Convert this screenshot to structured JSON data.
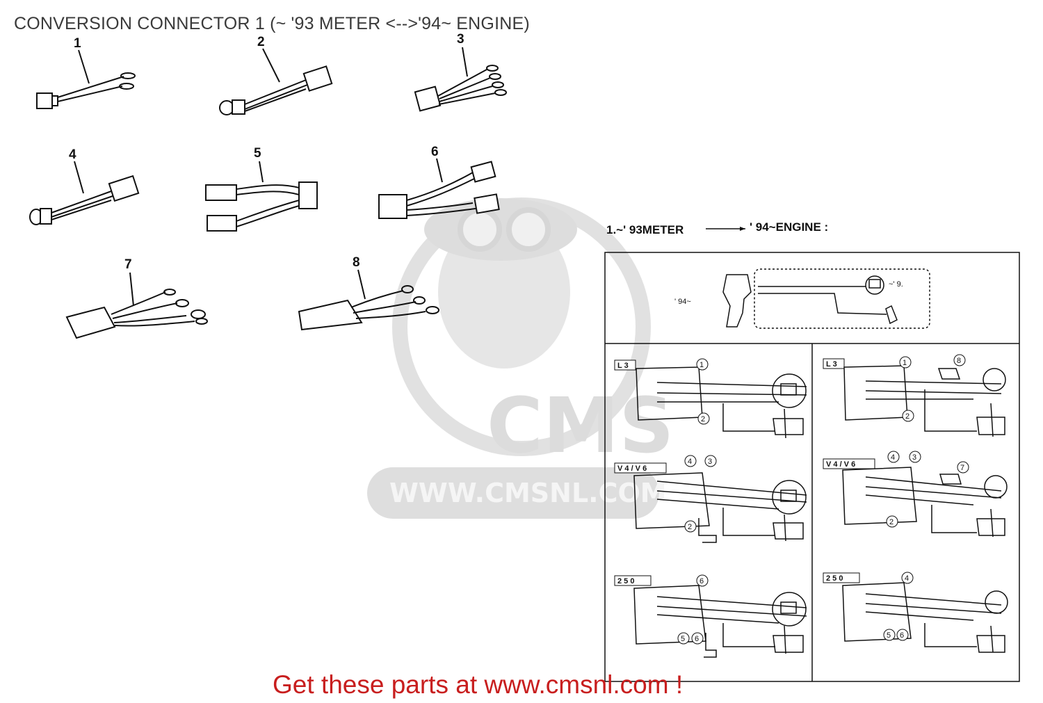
{
  "title": "CONVERSION CONNECTOR 1 (~ '93 METER <-->'94~ ENGINE)",
  "footer": "Get these parts at www.cmsnl.com !",
  "watermark": {
    "brand": "CMS",
    "url": "WWW.CMSNL.COM"
  },
  "parts": [
    {
      "number": "1"
    },
    {
      "number": "2"
    },
    {
      "number": "3"
    },
    {
      "number": "4"
    },
    {
      "number": "5"
    },
    {
      "number": "6"
    },
    {
      "number": "7"
    },
    {
      "number": "8"
    }
  ],
  "schematic": {
    "heading": "1.~' 93METER",
    "heading_right": "' 94~ENGINE :",
    "top_label_left": "' 94~",
    "top_label_right": "~' 9.",
    "sections": [
      {
        "label": "L 3",
        "callouts": [
          "1",
          "2"
        ]
      },
      {
        "label": "L 3",
        "callouts": [
          "1",
          "2",
          "8"
        ]
      },
      {
        "label": "V 4 / V 6",
        "callouts": [
          "4",
          "3",
          "2"
        ]
      },
      {
        "label": "V 4 / V 6",
        "callouts": [
          "4",
          "3",
          "7",
          "2"
        ]
      },
      {
        "label": "2 5 0",
        "callouts": [
          "6",
          "5",
          "6"
        ]
      },
      {
        "label": "2 5 0",
        "callouts": [
          "4",
          "5",
          "6"
        ]
      }
    ]
  },
  "colors": {
    "footer": "#c81e1e",
    "title": "#3a3a3a",
    "watermark": "#d6d6d6"
  }
}
